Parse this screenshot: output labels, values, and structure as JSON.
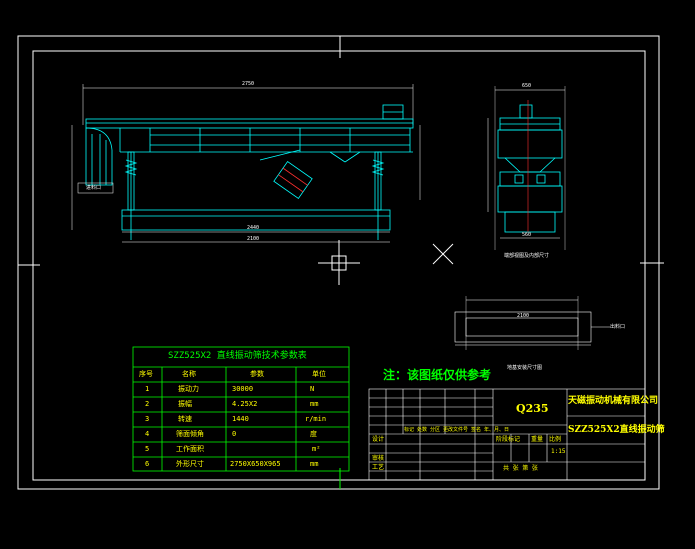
{
  "colors": {
    "background": "#000000",
    "border": "#ffffff",
    "drawing_lines": "#00ffff",
    "table": "#00ff00",
    "note": "#00ff00",
    "title_text": "#ffff00"
  },
  "spec_table": {
    "title": "SZZ525X2 直线振动筛技术参数表",
    "headers": [
      "序号",
      "名称",
      "参数",
      "单位"
    ],
    "rows": [
      [
        "1",
        "振动力",
        "30000",
        "N"
      ],
      [
        "2",
        "振幅",
        "4.25X2",
        "mm"
      ],
      [
        "3",
        "转速",
        "1440",
        "r/min"
      ],
      [
        "4",
        "筛面倾角",
        "0",
        "度"
      ],
      [
        "5",
        "工作面积",
        "",
        "m²"
      ],
      [
        "6",
        "外形尺寸",
        "2750X650X965",
        "mm"
      ]
    ]
  },
  "note": "注：该图纸仅供参考",
  "title_block": {
    "material": "Q235",
    "company": "天磁振动机械有限公司",
    "drawing_name": "SZZ525X2直线振动筛",
    "scale": "1:15",
    "labels": {
      "stage_mark": "阶段标记",
      "weight": "重量",
      "scale_label": "比例",
      "sheets": "共 张 第 张",
      "design": "设计",
      "review": "审核",
      "process": "工艺",
      "mark_cols": "标记 处数 分区 更改文件号 签名 年、月、日"
    }
  },
  "views": {
    "side_view_caption": "",
    "side_caption": "端部视图及内部尺寸",
    "plan_caption": "地基安装尺寸图"
  },
  "dimensions": {
    "overall_length": "2750",
    "deck_length": "2440",
    "base_length": "2100",
    "end_width": "650",
    "end_base": "560",
    "plan_length": "2100",
    "outlet": "出料口",
    "inlet": "进料口"
  }
}
